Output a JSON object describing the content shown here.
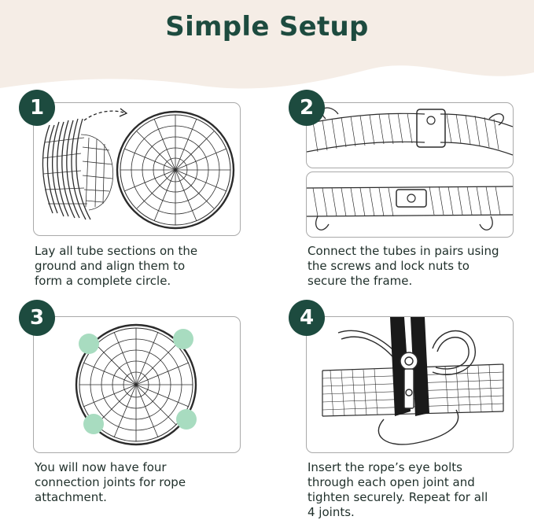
{
  "header": {
    "title": "Simple Setup",
    "background_color": "#f5ede6",
    "accent_color": "#1d4b3f"
  },
  "steps": [
    {
      "number": "1",
      "icon": "tube-sections-net-icon",
      "caption_lines": [
        "Lay all tube sections on the",
        "ground and align them to",
        "form a complete circle."
      ]
    },
    {
      "number": "2",
      "icon": "rope-tube-connector-icon",
      "caption_lines": [
        "Connect the tubes in pairs using",
        "the screws and lock nuts to",
        "secure the frame."
      ]
    },
    {
      "number": "3",
      "icon": "connection-joints-icon",
      "joint_marker_color": "#a8dcc0",
      "caption_lines": [
        "You will now have four",
        "connection joints for rope",
        "attachment."
      ]
    },
    {
      "number": "4",
      "icon": "eye-bolt-rope-icon",
      "caption_lines": [
        "Insert the rope’s eye bolts",
        "through each open joint and",
        "tighten securely. Repeat for all",
        "4 joints."
      ]
    }
  ]
}
